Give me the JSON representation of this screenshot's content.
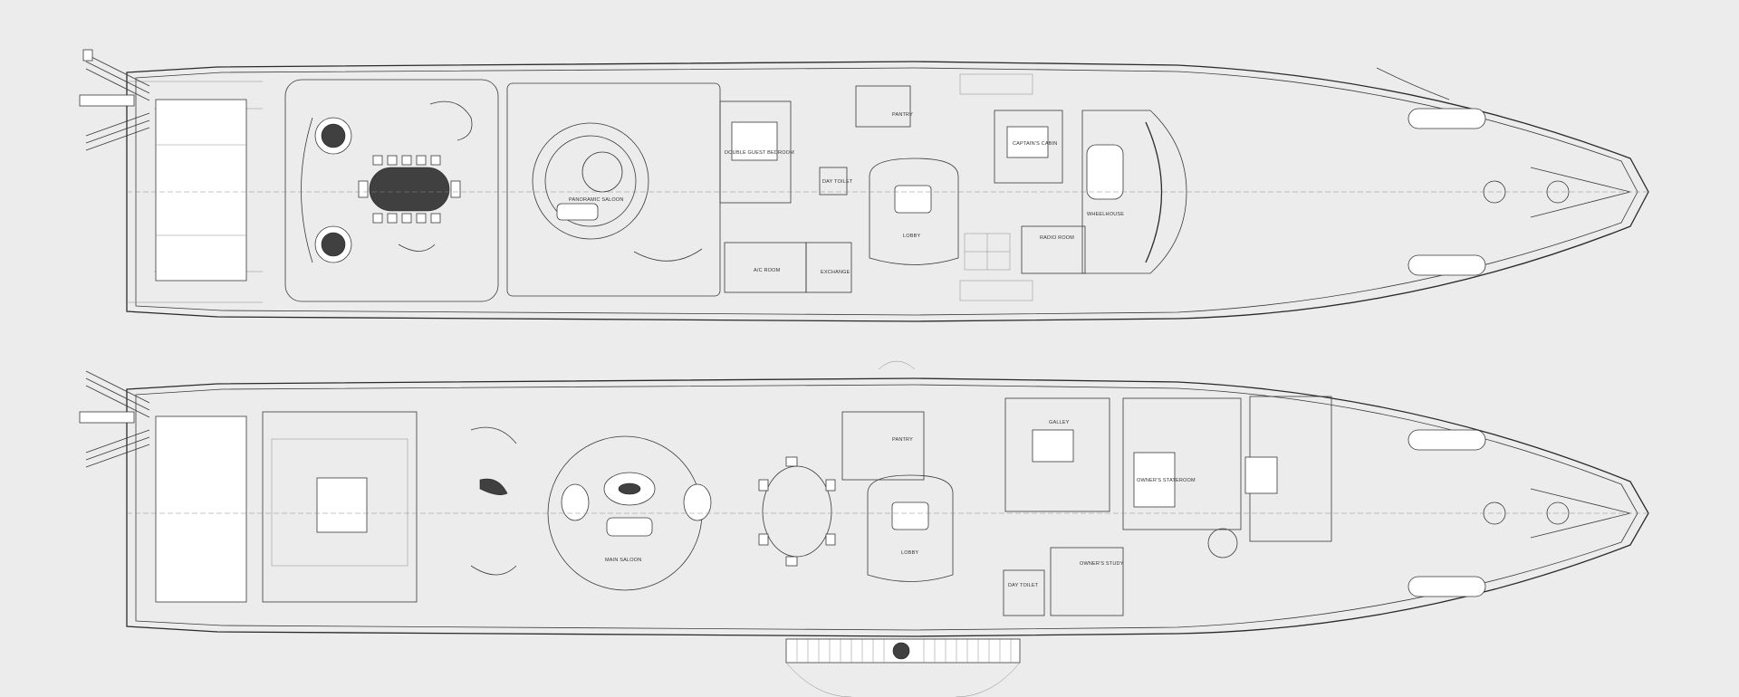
{
  "upper_deck": {
    "rooms": [
      {
        "id": "panoramic_saloon",
        "label": "PANORAMIC SALOON"
      },
      {
        "id": "double_guest_bedroom",
        "label": "DOUBLE GUEST BEDROOM"
      },
      {
        "id": "day_toilet",
        "label": "DAY TOILET"
      },
      {
        "id": "pantry",
        "label": "PANTRY"
      },
      {
        "id": "lobby",
        "label": "LOBBY"
      },
      {
        "id": "captains_cabin",
        "label": "CAPTAIN'S CABIN"
      },
      {
        "id": "wheelhouse",
        "label": "WHEELHOUSE"
      },
      {
        "id": "ac_room",
        "label": "A/C ROOM"
      },
      {
        "id": "exchange",
        "label": "EXCHANGE"
      },
      {
        "id": "radio_room",
        "label": "RADIO ROOM"
      }
    ]
  },
  "main_deck": {
    "rooms": [
      {
        "id": "main_saloon",
        "label": "MAIN SALOON"
      },
      {
        "id": "pantry",
        "label": "PANTRY"
      },
      {
        "id": "galley",
        "label": "GALLEY"
      },
      {
        "id": "lobby",
        "label": "LOBBY"
      },
      {
        "id": "day_toilet",
        "label": "DAY TOILET"
      },
      {
        "id": "owners_study",
        "label": "OWNER'S STUDY"
      },
      {
        "id": "owners_stateroom",
        "label": "OWNER'S STATEROOM"
      }
    ]
  }
}
